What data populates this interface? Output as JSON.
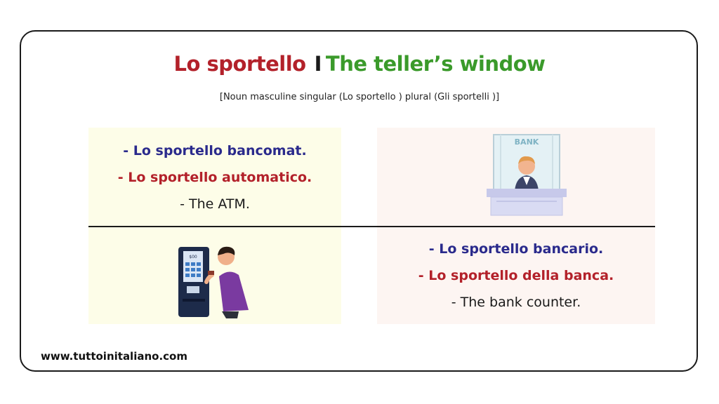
{
  "header": {
    "title_it": "Lo sportello",
    "separator": "I",
    "title_en": "The teller’s window",
    "grammar_note": "[Noun masculine singular (Lo sportello ) plural (Gli sportelli )]"
  },
  "examples": [
    {
      "lines": [
        {
          "text": "- Lo sportello bancomat.",
          "style": "blue"
        },
        {
          "text": "- Lo sportello automatico.",
          "style": "red"
        },
        {
          "text": "- The ATM.",
          "style": "plain"
        }
      ]
    },
    {
      "lines": [
        {
          "text": "- Lo sportello bancario.",
          "style": "blue"
        },
        {
          "text": "- Lo sportello della banca.",
          "style": "red"
        },
        {
          "text": "- The bank counter.",
          "style": "plain"
        }
      ]
    }
  ],
  "illustrations": {
    "bank_window_sign": "BANK",
    "atm_screen_label": "$00"
  },
  "colors": {
    "italian_title": "#b3212a",
    "english_title": "#3a9a2a",
    "blue_text": "#2a2a8c",
    "red_text": "#b3212a",
    "left_panel_bg": "#fdfde8",
    "right_panel_bg": "#fdf5f2"
  },
  "footer": {
    "website": "www.tuttoinitaliano.com"
  }
}
